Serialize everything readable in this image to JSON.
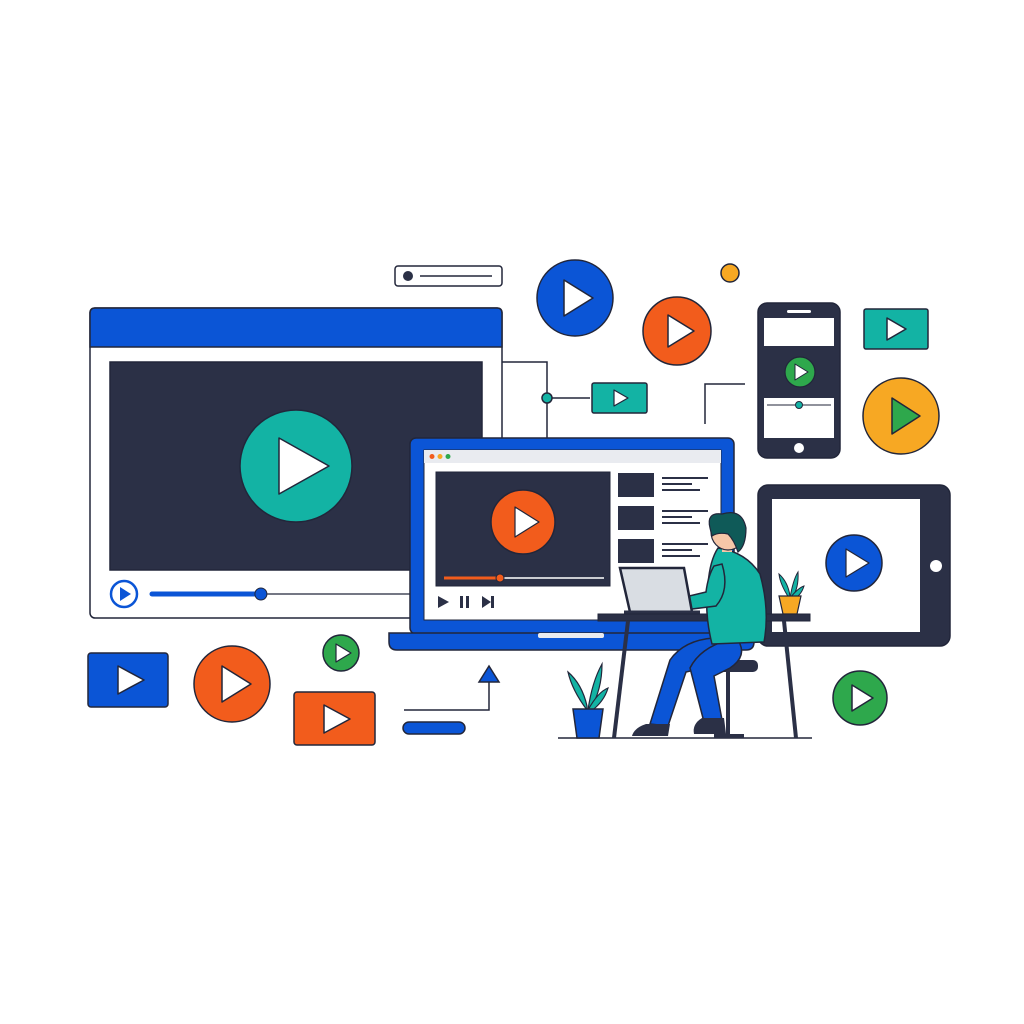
{
  "scene": {
    "subject": "online-video-streaming-illustration",
    "devices": [
      "desktop-video-player",
      "laptop",
      "smartphone",
      "tablet"
    ],
    "icons": [
      "play-icon",
      "pause-icon",
      "skip-forward-icon",
      "plant-icon",
      "person-icon"
    ]
  },
  "colors": {
    "navy": "#2b3046",
    "blue": "#0b55d6",
    "teal": "#13b3a4",
    "orange": "#f25c1c",
    "green": "#2ea84c",
    "yellow": "#f7a823",
    "outline": "#22263a",
    "screen_light": "#f2f4f7",
    "skin": "#f6c7a8"
  },
  "players": {
    "desktop_progress": 0.33,
    "laptop_progress": 0.35,
    "phone_progress": 0.5
  }
}
